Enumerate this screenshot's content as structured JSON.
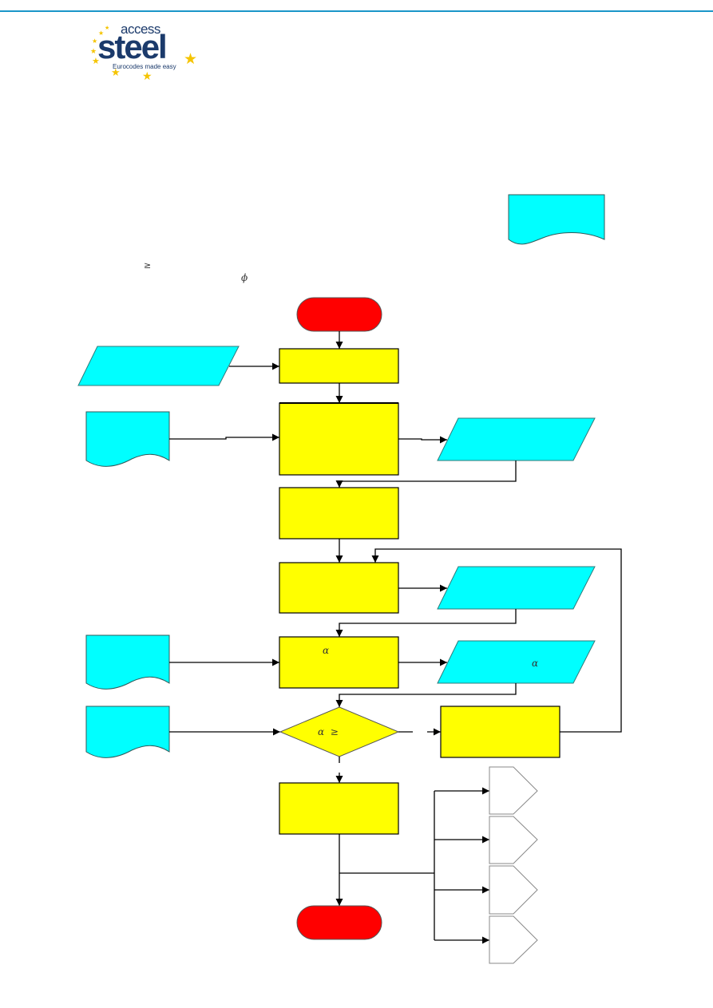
{
  "header": {
    "line_color": "#1a96c8",
    "logo": {
      "word_top": "access",
      "word_main": "steel",
      "tagline": "Eurocodes made easy",
      "star_color": "#f5c400",
      "text_color": "#1b3a6b"
    }
  },
  "intro": {
    "symbol_geq": "≥",
    "symbol_phi": "ϕ"
  },
  "flowchart": {
    "colors": {
      "terminator": "#ff0000",
      "process": "#ffff00",
      "data": "#00ffff",
      "connector_stroke": "#888888",
      "line": "#000000"
    },
    "process_3_symbol": "α",
    "output_3_symbol": "α",
    "decision_symbols": "α  ≥"
  }
}
